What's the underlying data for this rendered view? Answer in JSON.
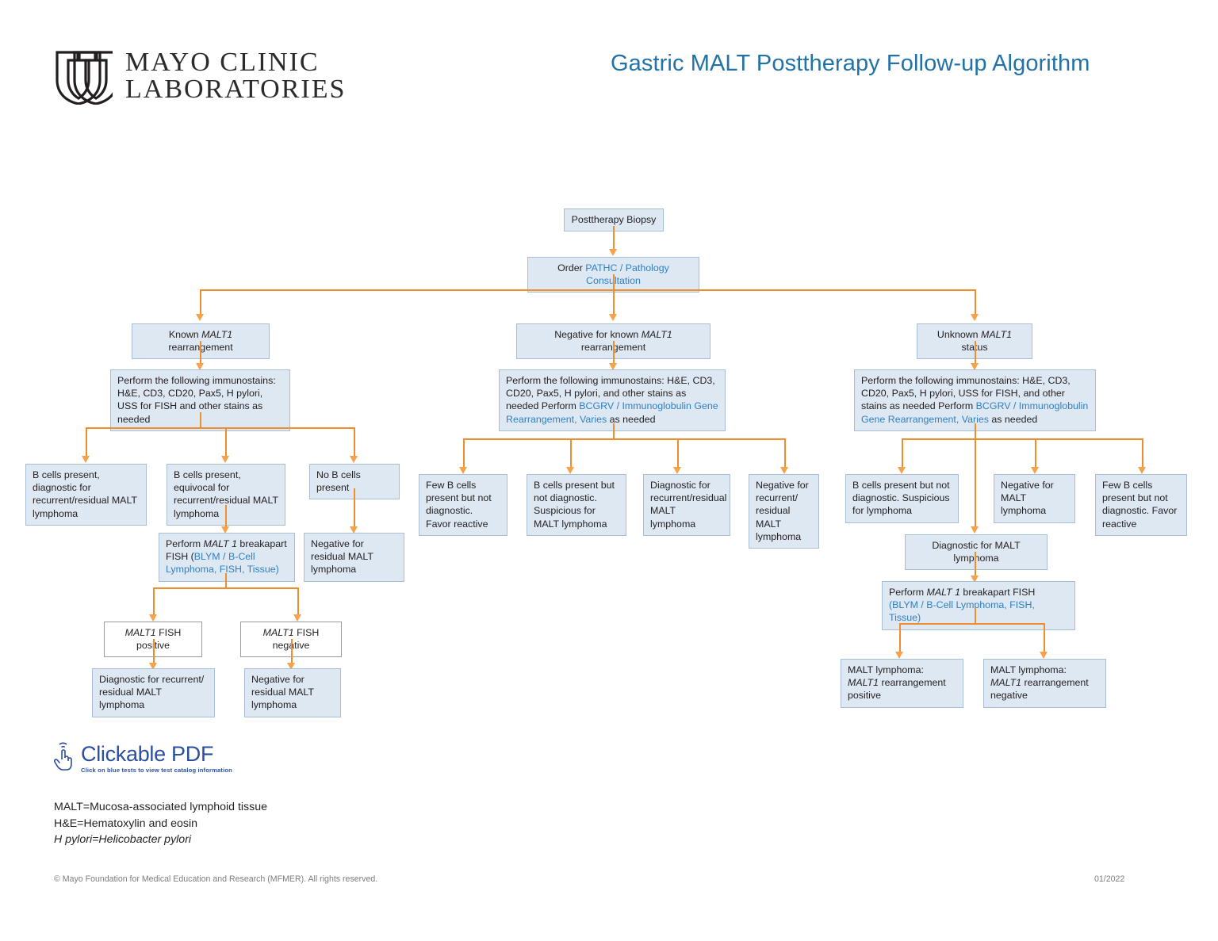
{
  "header": {
    "logo_line1": "MAYO CLINIC",
    "logo_line2": "LABORATORIES",
    "logo_icon": "mayo-shields-icon",
    "title": "Gastric MALT Posttherapy Follow-up Algorithm",
    "title_color": "#2272a8"
  },
  "theme": {
    "node_fill": "#dee8f3",
    "node_border": "#a8bed4",
    "connector": "#ef8e2a",
    "link_text": "#2f7fc1",
    "plain_node_fill": "#ffffff",
    "plain_node_border": "#9b9b9b"
  },
  "flow": {
    "root": "Posttherapy Biopsy",
    "order": {
      "prefix": "Order ",
      "link": "PATHC / Pathology Consultation"
    },
    "branches": {
      "left": {
        "header_prefix": "Known ",
        "header_italic": "MALT1",
        "header_suffix": " rearrangement",
        "immunostains": "Perform the following immunostains: H&E, CD3, CD20, Pax5, H pylori, USS for FISH and other stains as needed",
        "outcomes": [
          "B cells present, diagnostic for recurrent/residual MALT lymphoma",
          "B cells present, equivocal for recurrent/residual MALT lymphoma",
          "No B cells present"
        ],
        "fish_order": {
          "prefix": "Perform ",
          "italic": "MALT 1",
          "mid": " breakapart FISH (",
          "link": "BLYM / B-Cell Lymphoma, FISH, Tissue",
          "suffix": ")"
        },
        "no_bcell_result": "Negative for residual MALT lymphoma",
        "fish_results": [
          {
            "italic": "MALT1",
            "rest": " FISH positive"
          },
          {
            "italic": "MALT1",
            "rest": " FISH negative"
          }
        ],
        "fish_conclusions": [
          "Diagnostic for recurrent/ residual MALT lymphoma",
          "Negative for residual MALT lymphoma"
        ]
      },
      "middle": {
        "header_prefix": "Negative for known ",
        "header_italic": "MALT1",
        "header_suffix": " rearrangement",
        "immunostains_part1": "Perform the following immunostains: H&E, CD3, CD20, Pax5, H pylori, and other stains as needed Perform ",
        "immunostains_link": "BCGRV / Immunoglobulin Gene Rearrangement, Varies",
        "immunostains_part2": " as needed",
        "outcomes": [
          "Few B cells present but not diagnostic. Favor reactive",
          "B cells present but not diagnostic. Suspicious for MALT lymphoma",
          "Diagnostic for recurrent/residual MALT lymphoma",
          "Negative for recurrent/ residual MALT lymphoma"
        ]
      },
      "right": {
        "header_prefix": "Unknown ",
        "header_italic": "MALT1",
        "header_suffix": " status",
        "immunostains_part1": "Perform the following immunostains: H&E, CD3, CD20, Pax5, H pylori, USS for FISH, and other stains as needed Perform ",
        "immunostains_link": "BCGRV / Immunoglobulin Gene Rearrangement, Varies",
        "immunostains_part2": " as needed",
        "outcomes": [
          "B cells present but not diagnostic. Suspicious for lymphoma",
          "Negative for MALT lymphoma",
          "Few B cells present but not diagnostic. Favor reactive"
        ],
        "diagnostic": "Diagnostic for MALT lymphoma",
        "fish_order": {
          "prefix": "Perform ",
          "italic": "MALT 1",
          "mid": " breakapart FISH",
          "link": "(BLYM / B-Cell Lymphoma, FISH, Tissue)"
        },
        "fish_results": [
          {
            "lead": "MALT lymphoma: ",
            "italic": "MALT1",
            "rest": " rearrangement positive"
          },
          {
            "lead": "MALT lymphoma: ",
            "italic": "MALT1",
            "rest": " rearrangement negative"
          }
        ]
      }
    }
  },
  "clickable_pdf": {
    "icon": "pointing-hand-tap-icon",
    "title": "Clickable PDF",
    "subtitle": "Click on blue tests to view test catalog information"
  },
  "legend": {
    "line1": "MALT=Mucosa-associated lymphoid tissue",
    "line2": "H&E=Hematoxylin and eosin",
    "line3_italic": "H pylori=Helicobacter pylori"
  },
  "footer": {
    "copyright": "© Mayo Foundation for Medical Education and Research (MFMER). All rights reserved.",
    "date": "01/2022"
  }
}
